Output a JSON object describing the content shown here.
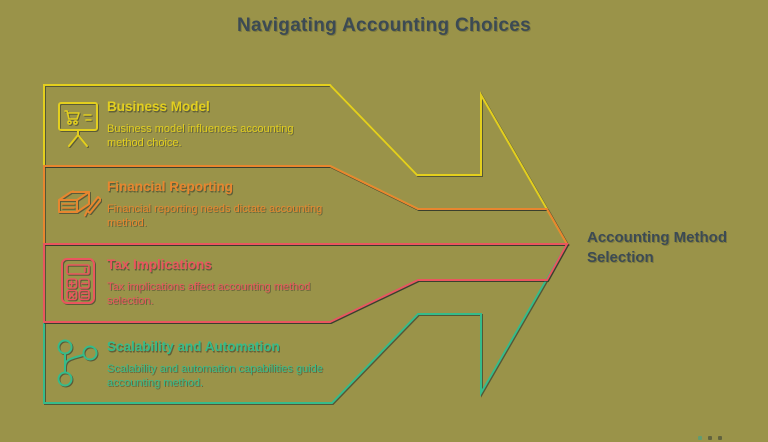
{
  "page": {
    "title": "Navigating Accounting Choices",
    "background_color": "#9a9349",
    "heading_color": "#3c4a54"
  },
  "funnel": {
    "outcome_label": "Accounting Method\nSelection",
    "tip_direction": "right",
    "bands": [
      {
        "title": "Business Model",
        "description": "Business model influences accounting\nmethod choice.",
        "color": "#e3cf1e",
        "icon": "presentation-cart-icon"
      },
      {
        "title": "Financial Reporting",
        "description": "Financial reporting needs dictate accounting\nmethod.",
        "color": "#e7862f",
        "icon": "report-stack-pen-icon"
      },
      {
        "title": "Tax Implications",
        "description": "Tax implications affect accounting method\nselection.",
        "color": "#e9565e",
        "icon": "calculator-icon"
      },
      {
        "title": "Scalability and Automation",
        "description": "Scalability and automation capabilities guide\naccounting method.",
        "color": "#36bb8a",
        "icon": "branch-network-icon"
      }
    ]
  }
}
